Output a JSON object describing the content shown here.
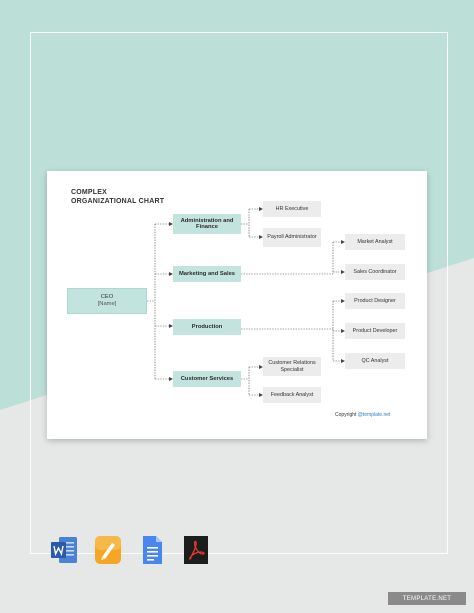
{
  "title": {
    "line1": "COMPLEX",
    "line2": "ORGANIZATIONAL CHART"
  },
  "ceo": {
    "label": "CEO",
    "name": "[Name]"
  },
  "departments": [
    {
      "label": "Administration and Finance"
    },
    {
      "label": "Marketing and Sales"
    },
    {
      "label": "Production"
    },
    {
      "label": "Customer Services"
    }
  ],
  "roles": {
    "hr_executive": "HR Executive",
    "payroll_administrator": "Payroll Administrator",
    "market_analyst": "Market Analyst",
    "sales_coordinator": "Sales Coordinator",
    "product_designer": "Product Designer",
    "product_developer": "Product Developer",
    "qc_analyst": "QC Analyst",
    "customer_relations_specialist": "Customer Relations Specialist",
    "feedback_analyst": "Feedback Analyst"
  },
  "copyright": {
    "prefix": "Copyright ",
    "link": "@template.net"
  },
  "format_icons": [
    "word-icon",
    "pages-icon",
    "google-docs-icon",
    "pdf-icon"
  ],
  "watermark": "TEMPLATE.NET",
  "colors": {
    "teal_box": "#c3e3de",
    "grey_box": "#ececec",
    "background_teal": "#bcdfd8",
    "background_grey": "#e6e8e7"
  }
}
